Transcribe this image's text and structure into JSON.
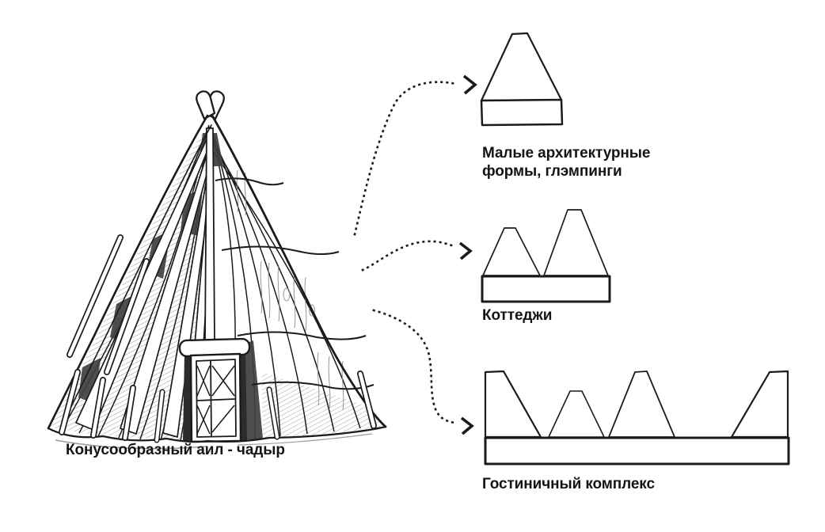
{
  "canvas": {
    "background": "#ffffff"
  },
  "colors": {
    "ink": "#1b1b1d",
    "text": "#141416",
    "grain": "#8a8a8a",
    "dark_patch": "#3f3f41"
  },
  "illustration": {
    "caption": "Конусообразный аил - чадыр"
  },
  "targets": [
    {
      "id": "malye-formy",
      "shape": "single-truncated-peak-on-base",
      "lines": [
        "Малые архитектурные",
        "формы, глэмпинги"
      ]
    },
    {
      "id": "kottedzhi",
      "shape": "two-truncated-peaks-on-base",
      "lines": [
        "Коттеджи",
        ""
      ]
    },
    {
      "id": "gostinichnyy-kompleks",
      "shape": "four-peaks-on-long-base",
      "lines": [
        "Гостиничный комплекс",
        ""
      ]
    }
  ]
}
